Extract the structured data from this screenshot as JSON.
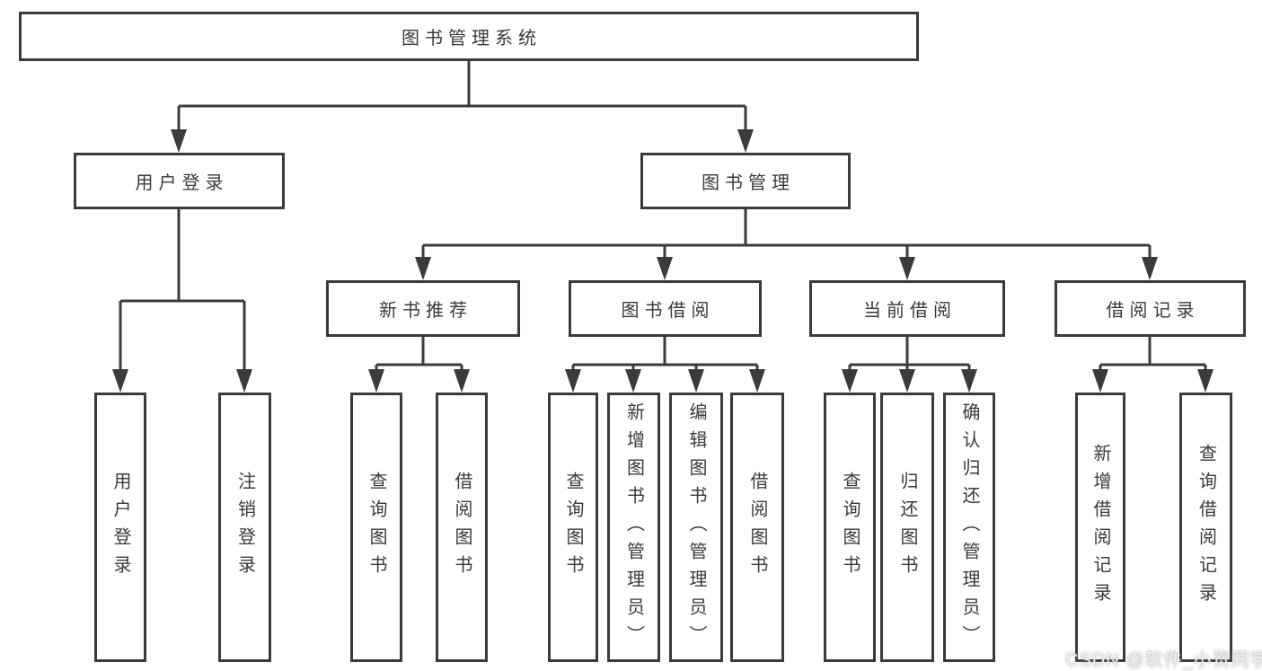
{
  "diagram": {
    "type": "hierarchy-tree",
    "orientation": "top-down",
    "colors": {
      "background": "#ffffff",
      "box_border": "#3b3b3b",
      "box_fill": "#ffffff",
      "connector": "#3b3b3b",
      "text": "#3a3a3a",
      "watermark_text": "#eeeeee"
    }
  },
  "tree": {
    "label": "图书管理系统",
    "children": [
      {
        "label": "用户登录",
        "children": [
          {
            "label": "用户登录"
          },
          {
            "label": "注销登录"
          }
        ]
      },
      {
        "label": "图书管理",
        "children": [
          {
            "label": "新书推荐",
            "children": [
              {
                "label": "查询图书"
              },
              {
                "label": "借阅图书"
              }
            ]
          },
          {
            "label": "图书借阅",
            "children": [
              {
                "label": "查询图书"
              },
              {
                "label": "新增图书（管理员）"
              },
              {
                "label": "编辑图书（管理员）"
              },
              {
                "label": "借阅图书"
              }
            ]
          },
          {
            "label": "当前借阅",
            "children": [
              {
                "label": "查询图书"
              },
              {
                "label": "归还图书"
              },
              {
                "label": "确认归还（管理员）"
              }
            ]
          },
          {
            "label": "借阅记录",
            "children": [
              {
                "label": "新增借阅记录"
              },
              {
                "label": "查询借阅记录"
              }
            ]
          }
        ]
      }
    ]
  },
  "watermark": {
    "text": "CSDN @软件_小贺同学"
  }
}
